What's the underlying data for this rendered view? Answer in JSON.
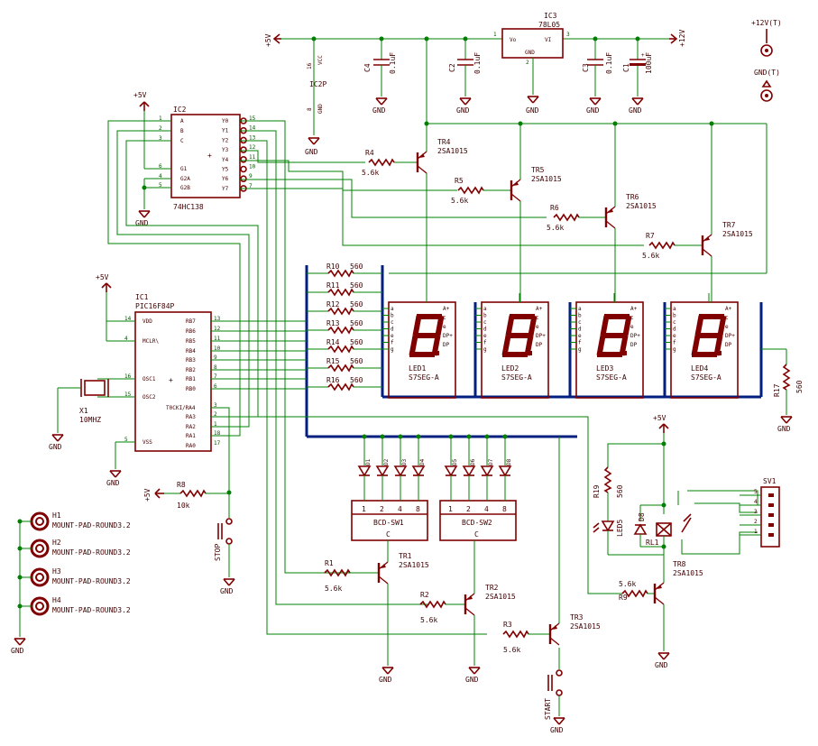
{
  "schematic": {
    "colors": {
      "wire": "#008000",
      "part": "#800000",
      "bus": "#001f7f",
      "text": "#400000"
    },
    "supplies": {
      "plus5v": "+5V",
      "plus12v": "+12V",
      "gnd": "GND"
    },
    "connectors": {
      "p12": "+12V(T)",
      "gndt": "GND(T)"
    },
    "ic1": {
      "name": "IC1",
      "part": "PIC16F84P",
      "left_pins": [
        {
          "num": "14",
          "name": "VDD"
        },
        {
          "num": "4",
          "name": "MCLR\\"
        },
        {
          "num": "16",
          "name": "OSC1"
        },
        {
          "num": "15",
          "name": "OSC2"
        },
        {
          "num": "5",
          "name": "VSS"
        }
      ],
      "right_pins": [
        {
          "num": "13",
          "name": "RB7"
        },
        {
          "num": "12",
          "name": "RB6"
        },
        {
          "num": "11",
          "name": "RB5"
        },
        {
          "num": "10",
          "name": "RB4"
        },
        {
          "num": "9",
          "name": "RB3"
        },
        {
          "num": "8",
          "name": "RB2"
        },
        {
          "num": "7",
          "name": "RB1"
        },
        {
          "num": "6",
          "name": "RB0"
        },
        {
          "num": "3",
          "name": "T0CKI/RA4"
        },
        {
          "num": "2",
          "name": "RA3"
        },
        {
          "num": "1",
          "name": "RA2"
        },
        {
          "num": "18",
          "name": "RA1"
        },
        {
          "num": "17",
          "name": "RA0"
        }
      ]
    },
    "ic2": {
      "name": "IC2",
      "part": "74HC138",
      "left_pins": [
        {
          "num": "1",
          "name": "A"
        },
        {
          "num": "2",
          "name": "B"
        },
        {
          "num": "3",
          "name": "C"
        },
        {
          "num": "6",
          "name": "G1"
        },
        {
          "num": "4",
          "name": "G2A"
        },
        {
          "num": "5",
          "name": "G2B"
        }
      ],
      "right_pins": [
        {
          "num": "15",
          "name": "Y0"
        },
        {
          "num": "14",
          "name": "Y1"
        },
        {
          "num": "13",
          "name": "Y2"
        },
        {
          "num": "12",
          "name": "Y3"
        },
        {
          "num": "11",
          "name": "Y4"
        },
        {
          "num": "10",
          "name": "Y5"
        },
        {
          "num": "9",
          "name": "Y6"
        },
        {
          "num": "7",
          "name": "Y7"
        }
      ]
    },
    "ic3": {
      "name": "IC3",
      "part": "78L05",
      "vo": "Vo",
      "vi": "VI",
      "gnd": "GND",
      "pin_vo": "1",
      "pin_vi": "3",
      "pin_gnd": "2"
    },
    "c2p": {
      "label": "IC2P",
      "vcc": "VCC",
      "gnd": "GND",
      "p16": "16",
      "p8": "8"
    },
    "caps": [
      {
        "name": "C4",
        "value": "0.1uF"
      },
      {
        "name": "C2",
        "value": "0.1uF"
      },
      {
        "name": "C3",
        "value": "0.1uF"
      },
      {
        "name": "C1",
        "value": "100uF"
      }
    ],
    "transistors": [
      {
        "name": "TR4",
        "part": "2SA1015"
      },
      {
        "name": "TR5",
        "part": "2SA1015"
      },
      {
        "name": "TR6",
        "part": "2SA1015"
      },
      {
        "name": "TR7",
        "part": "2SA1015"
      },
      {
        "name": "TR1",
        "part": "2SA1015"
      },
      {
        "name": "TR2",
        "part": "2SA1015"
      },
      {
        "name": "TR3",
        "part": "2SA1015"
      },
      {
        "name": "TR8",
        "part": "2SA1015"
      }
    ],
    "base_resistors": [
      {
        "name": "R4",
        "value": "5.6k"
      },
      {
        "name": "R5",
        "value": "5.6k"
      },
      {
        "name": "R6",
        "value": "5.6k"
      },
      {
        "name": "R7",
        "value": "5.6k"
      },
      {
        "name": "R1",
        "value": "5.6k"
      },
      {
        "name": "R2",
        "value": "5.6k"
      },
      {
        "name": "R3",
        "value": "5.6k"
      },
      {
        "name": "R9",
        "value": "5.6k"
      }
    ],
    "seg_resistors": [
      {
        "name": "R10",
        "value": "560"
      },
      {
        "name": "R11",
        "value": "560"
      },
      {
        "name": "R12",
        "value": "560"
      },
      {
        "name": "R13",
        "value": "560"
      },
      {
        "name": "R14",
        "value": "560"
      },
      {
        "name": "R15",
        "value": "560"
      },
      {
        "name": "R16",
        "value": "560"
      }
    ],
    "r17": {
      "name": "R17",
      "value": "560"
    },
    "r19": {
      "name": "R19",
      "value": "560"
    },
    "r8": {
      "name": "R8",
      "value": "10k"
    },
    "leds": [
      {
        "name": "LED1",
        "part": "S7SEG-A"
      },
      {
        "name": "LED2",
        "part": "S7SEG-A"
      },
      {
        "name": "LED3",
        "part": "S7SEG-A"
      },
      {
        "name": "LED4",
        "part": "S7SEG-A"
      }
    ],
    "seg_pins": [
      "a",
      "b",
      "c",
      "d",
      "e",
      "f",
      "g"
    ],
    "seg_right": [
      "A+",
      "c",
      "e",
      "DP+",
      "DP"
    ],
    "diodes": [
      "D1",
      "D2",
      "D3",
      "D4",
      "D5",
      "D6",
      "D7",
      "D8"
    ],
    "bcd": [
      {
        "name": "BCD-SW1",
        "pins": [
          "1",
          "2",
          "4",
          "8"
        ],
        "c": "C"
      },
      {
        "name": "BCD-SW2",
        "pins": [
          "1",
          "2",
          "4",
          "8"
        ],
        "c": "C"
      }
    ],
    "crystal": {
      "name": "X1",
      "value": "10MHZ"
    },
    "buttons": {
      "stop": "STOP",
      "start": "START"
    },
    "led5": "LED5",
    "d8": "D8",
    "rl1": "RL1",
    "sv1": {
      "name": "SV1",
      "pins": [
        "5",
        "4",
        "3",
        "2",
        "1"
      ]
    },
    "mount": [
      {
        "name": "H1",
        "part": "MOUNT-PAD-ROUND3.2"
      },
      {
        "name": "H2",
        "part": "MOUNT-PAD-ROUND3.2"
      },
      {
        "name": "H3",
        "part": "MOUNT-PAD-ROUND3.2"
      },
      {
        "name": "H4",
        "part": "MOUNT-PAD-ROUND3.2"
      }
    ]
  }
}
